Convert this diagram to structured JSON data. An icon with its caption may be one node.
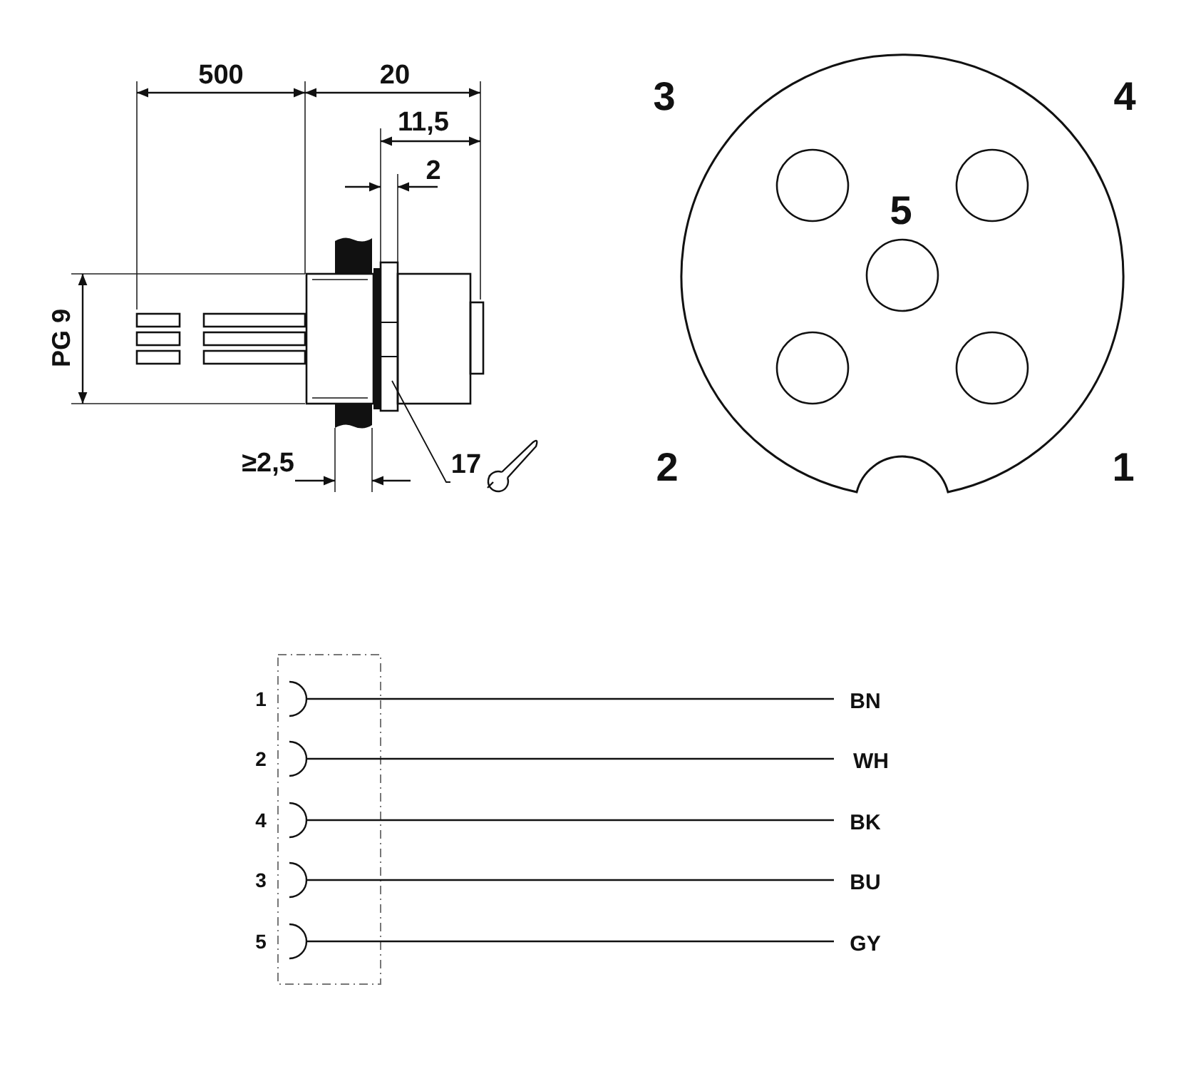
{
  "diagram": {
    "nodes": [
      {
        "text": [
          "17"
        ]
      },
      {
        "text": [],
        "shape": "box"
      }
    ],
    "edges": [
      {
        "from": 0,
        "to": 1,
        "arrow": "none"
      }
    ],
    "labels": [
      "500",
      "20",
      "3",
      "4",
      "11,5",
      "5",
      "2",
      "PG 9",
      "≥2,5",
      "2",
      "1",
      "1",
      "BN",
      "2",
      "WH",
      "4",
      "BK",
      "3",
      "BU",
      "5",
      "GY"
    ]
  }
}
